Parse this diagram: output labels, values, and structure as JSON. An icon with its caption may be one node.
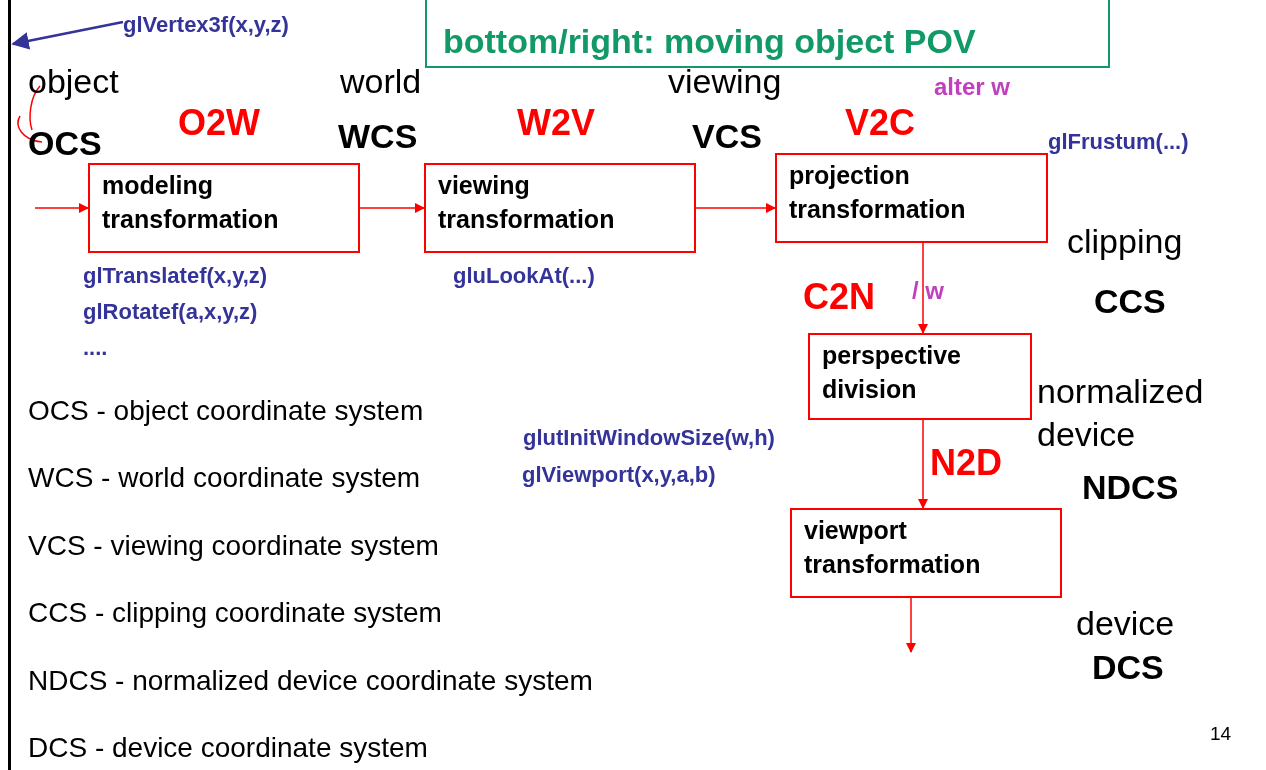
{
  "diagram": {
    "nodes": [
      {
        "text": [
          "bottom/right: moving object POV"
        ]
      },
      {
        "text": [
          "modeling transformation"
        ]
      },
      {
        "text": [
          "viewing transformation"
        ]
      },
      {
        "text": [
          "projection transformation"
        ]
      },
      {
        "text": [
          "perspective division"
        ]
      },
      {
        "text": [
          "viewport transformation"
        ]
      },
      {
        "text": [
          "glVertex3f(x,y,z)"
        ]
      }
    ],
    "edges": [
      {
        "from": null,
        "to": 1,
        "arrow": "to"
      },
      {
        "from": 1,
        "to": 2,
        "arrow": "to"
      },
      {
        "from": 2,
        "to": 3,
        "arrow": "to"
      },
      {
        "from": 3,
        "to": 4,
        "arrow": "to"
      },
      {
        "from": 4,
        "to": 5,
        "arrow": "to"
      },
      {
        "from": 5,
        "to": null,
        "arrow": "to"
      },
      {
        "from": 6,
        "to": null,
        "arrow": "to",
        "color": "#333399"
      }
    ],
    "labels": [
      "object",
      "OCS",
      "O2W",
      "world",
      "WCS",
      "W2V",
      "viewing",
      "VCS",
      "V2C",
      "alter w",
      "glFrustum(...)",
      "glTranslatef(x,y,z)",
      "glRotatef(a,x,y,z)",
      "....",
      "gluLookAt(...)",
      "clipping",
      "CCS",
      "C2N",
      "/ w",
      "normalized device",
      "NDCS",
      "glutInitWindowSize(w,h)",
      "glViewport(x,y,a,b)",
      "N2D",
      "device",
      "DCS",
      "OCS - object coordinate system",
      "WCS - world coordinate system",
      "VCS - viewing coordinate system",
      "CCS - clipping coordinate system",
      "NDCS - normalized device coordinate system",
      "DCS - device coordinate system",
      "14"
    ]
  }
}
